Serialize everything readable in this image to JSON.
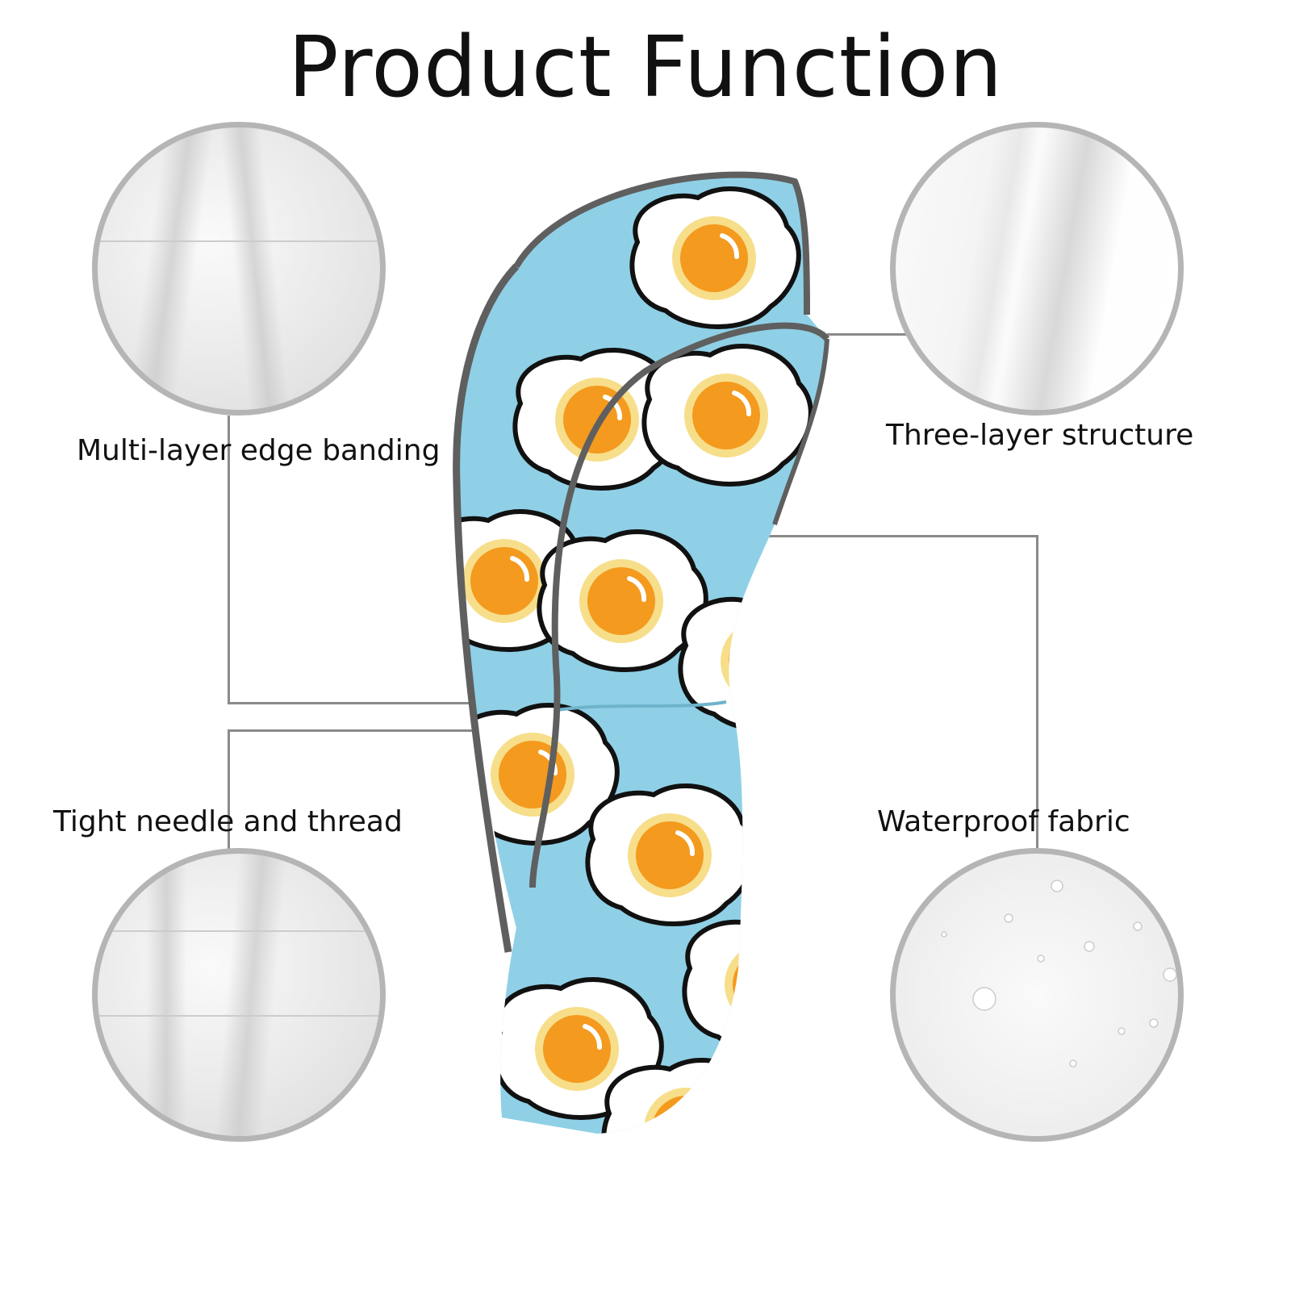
{
  "title": "Product Function",
  "features": [
    {
      "label": "Multi-layer edge banding",
      "icon": "leather-fold-closeup"
    },
    {
      "label": "Three-layer structure",
      "icon": "layer-edge-closeup"
    },
    {
      "label": "Tight needle and thread",
      "icon": "stitching-closeup"
    },
    {
      "label": "Waterproof fabric",
      "icon": "water-droplets-closeup"
    }
  ],
  "colors": {
    "fabric": "#8fd0e6",
    "trim": "#5f5f5f",
    "yolk": "#f39a1f",
    "yolk_ring": "#f7de8a",
    "circle_border": "#b5b5b5"
  }
}
